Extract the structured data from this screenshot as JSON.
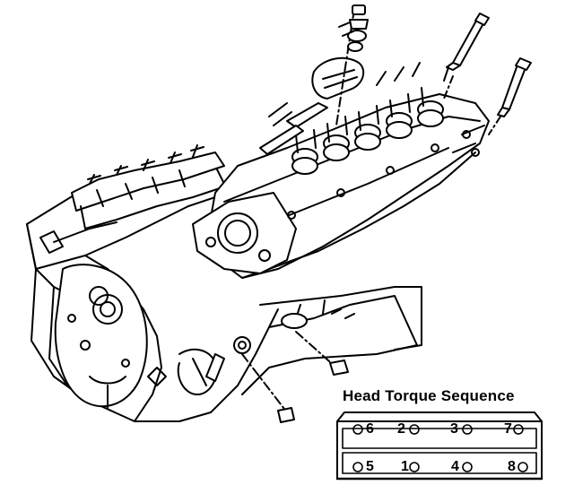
{
  "diagram": {
    "caption": "Head Torque Sequence",
    "sequence_top_row": [
      "6",
      "2",
      "3",
      "7"
    ],
    "sequence_bottom_row": [
      "5",
      "1",
      "4",
      "8"
    ]
  }
}
